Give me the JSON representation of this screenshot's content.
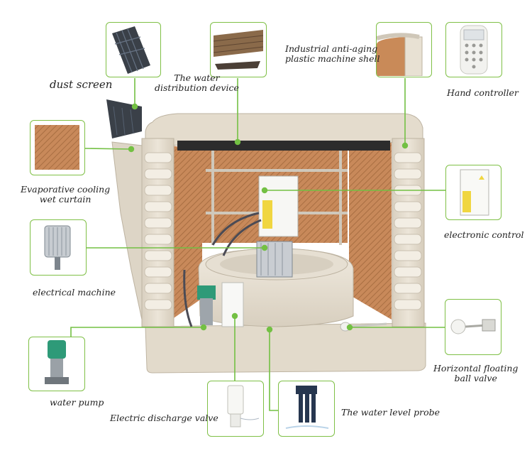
{
  "labels": {
    "dust_screen": "dust screen",
    "water_distribution_line1": "The water",
    "water_distribution_line2": "distribution device",
    "shell_line1": "Industrial anti-aging",
    "shell_line2": "plastic machine shell",
    "hand_controller": "Hand controller",
    "cooling_curtain_line1": "Evaporative cooling",
    "cooling_curtain_line2": "wet curtain",
    "electronic_control": "electronic control",
    "electrical_machine": "electrical machine",
    "ball_valve_line1": "Horizontal floating",
    "ball_valve_line2": "ball valve",
    "water_pump": "water pump",
    "discharge_valve": "Electric discharge valve",
    "water_level_probe": "The water level probe"
  },
  "colors": {
    "leader": "#73c043",
    "frame": "#7fc046",
    "shell": "#e8e0d2",
    "pad": "#c88a55"
  }
}
